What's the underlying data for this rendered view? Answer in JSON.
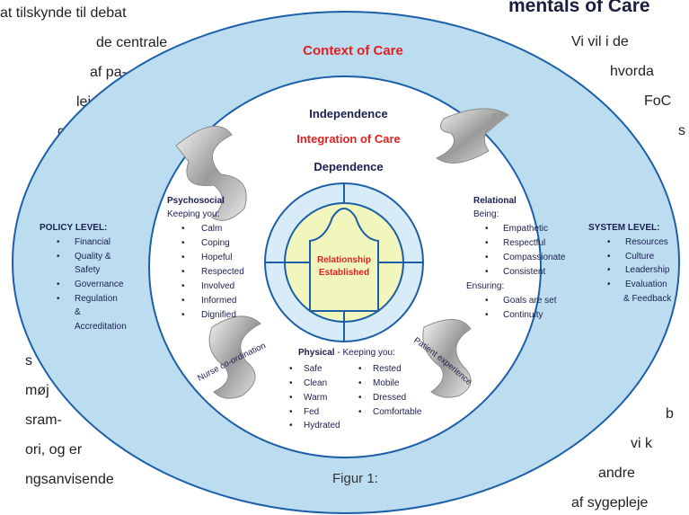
{
  "page_text": {
    "left_top_lines": [
      "at tilskynde til debat",
      "de centrale",
      "af pa-",
      "leje,",
      "gt"
    ],
    "left_bottom_lines": [
      "s",
      "møj",
      "sram-",
      "ori, og er",
      "ngsanvisende"
    ],
    "right_top_lines": [
      "Vi  vil  i  de",
      "hvorda",
      "FoC",
      "s"
    ],
    "right_bottom_lines": [
      "b",
      "vi k",
      "andre",
      "af sygepleje"
    ],
    "heading": "mentals of Care"
  },
  "diagram": {
    "context_title": "Context of Care",
    "independence": "Independence",
    "integration": "Integration of Care",
    "dependence": "Dependence",
    "center_line1": "Relationship",
    "center_line2": "Established",
    "policy": {
      "title": "POLICY LEVEL:",
      "items": [
        "Financial",
        "Quality &",
        "Safety",
        "Governance",
        "Regulation",
        "&",
        "Accreditation"
      ]
    },
    "system": {
      "title": "SYSTEM LEVEL:",
      "items": [
        "Resources",
        "Culture",
        "Leadership",
        "Evaluation",
        "& Feedback"
      ]
    },
    "psychosocial": {
      "title": "Psychosocial",
      "subtitle": "Keeping you:",
      "items": [
        "Calm",
        "Coping",
        "Hopeful",
        "Respected",
        "Involved",
        "Informed",
        "Dignified"
      ]
    },
    "relational": {
      "title": "Relational",
      "being": "Being:",
      "being_items": [
        "Empathetic",
        "Respectful",
        "Compassionate",
        "Consistent"
      ],
      "ensuring": "Ensuring:",
      "ensuring_items": [
        "Goals are set",
        "Continuity"
      ]
    },
    "physical": {
      "title": "Physical",
      "subtitle": " - Keeping you:",
      "col1": [
        "Safe",
        "Clean",
        "Warm",
        "Fed",
        "Hydrated"
      ],
      "col2": [
        "Rested",
        "Mobile",
        "Dressed",
        "Comfortable"
      ]
    },
    "nurse_coordination": "Nurse co-ordination",
    "patient_experience": "Patient experience",
    "colors": {
      "outer_fill": "#bcdcf0",
      "outer_stroke": "#1c5fa8",
      "inner_fill": "#ffffff",
      "ring_fill": "#d8ebf8",
      "core_fill": "#f1f6bc",
      "red": "#e0211f",
      "navy": "#1b1f4f"
    }
  },
  "caption": "Figur 1:"
}
